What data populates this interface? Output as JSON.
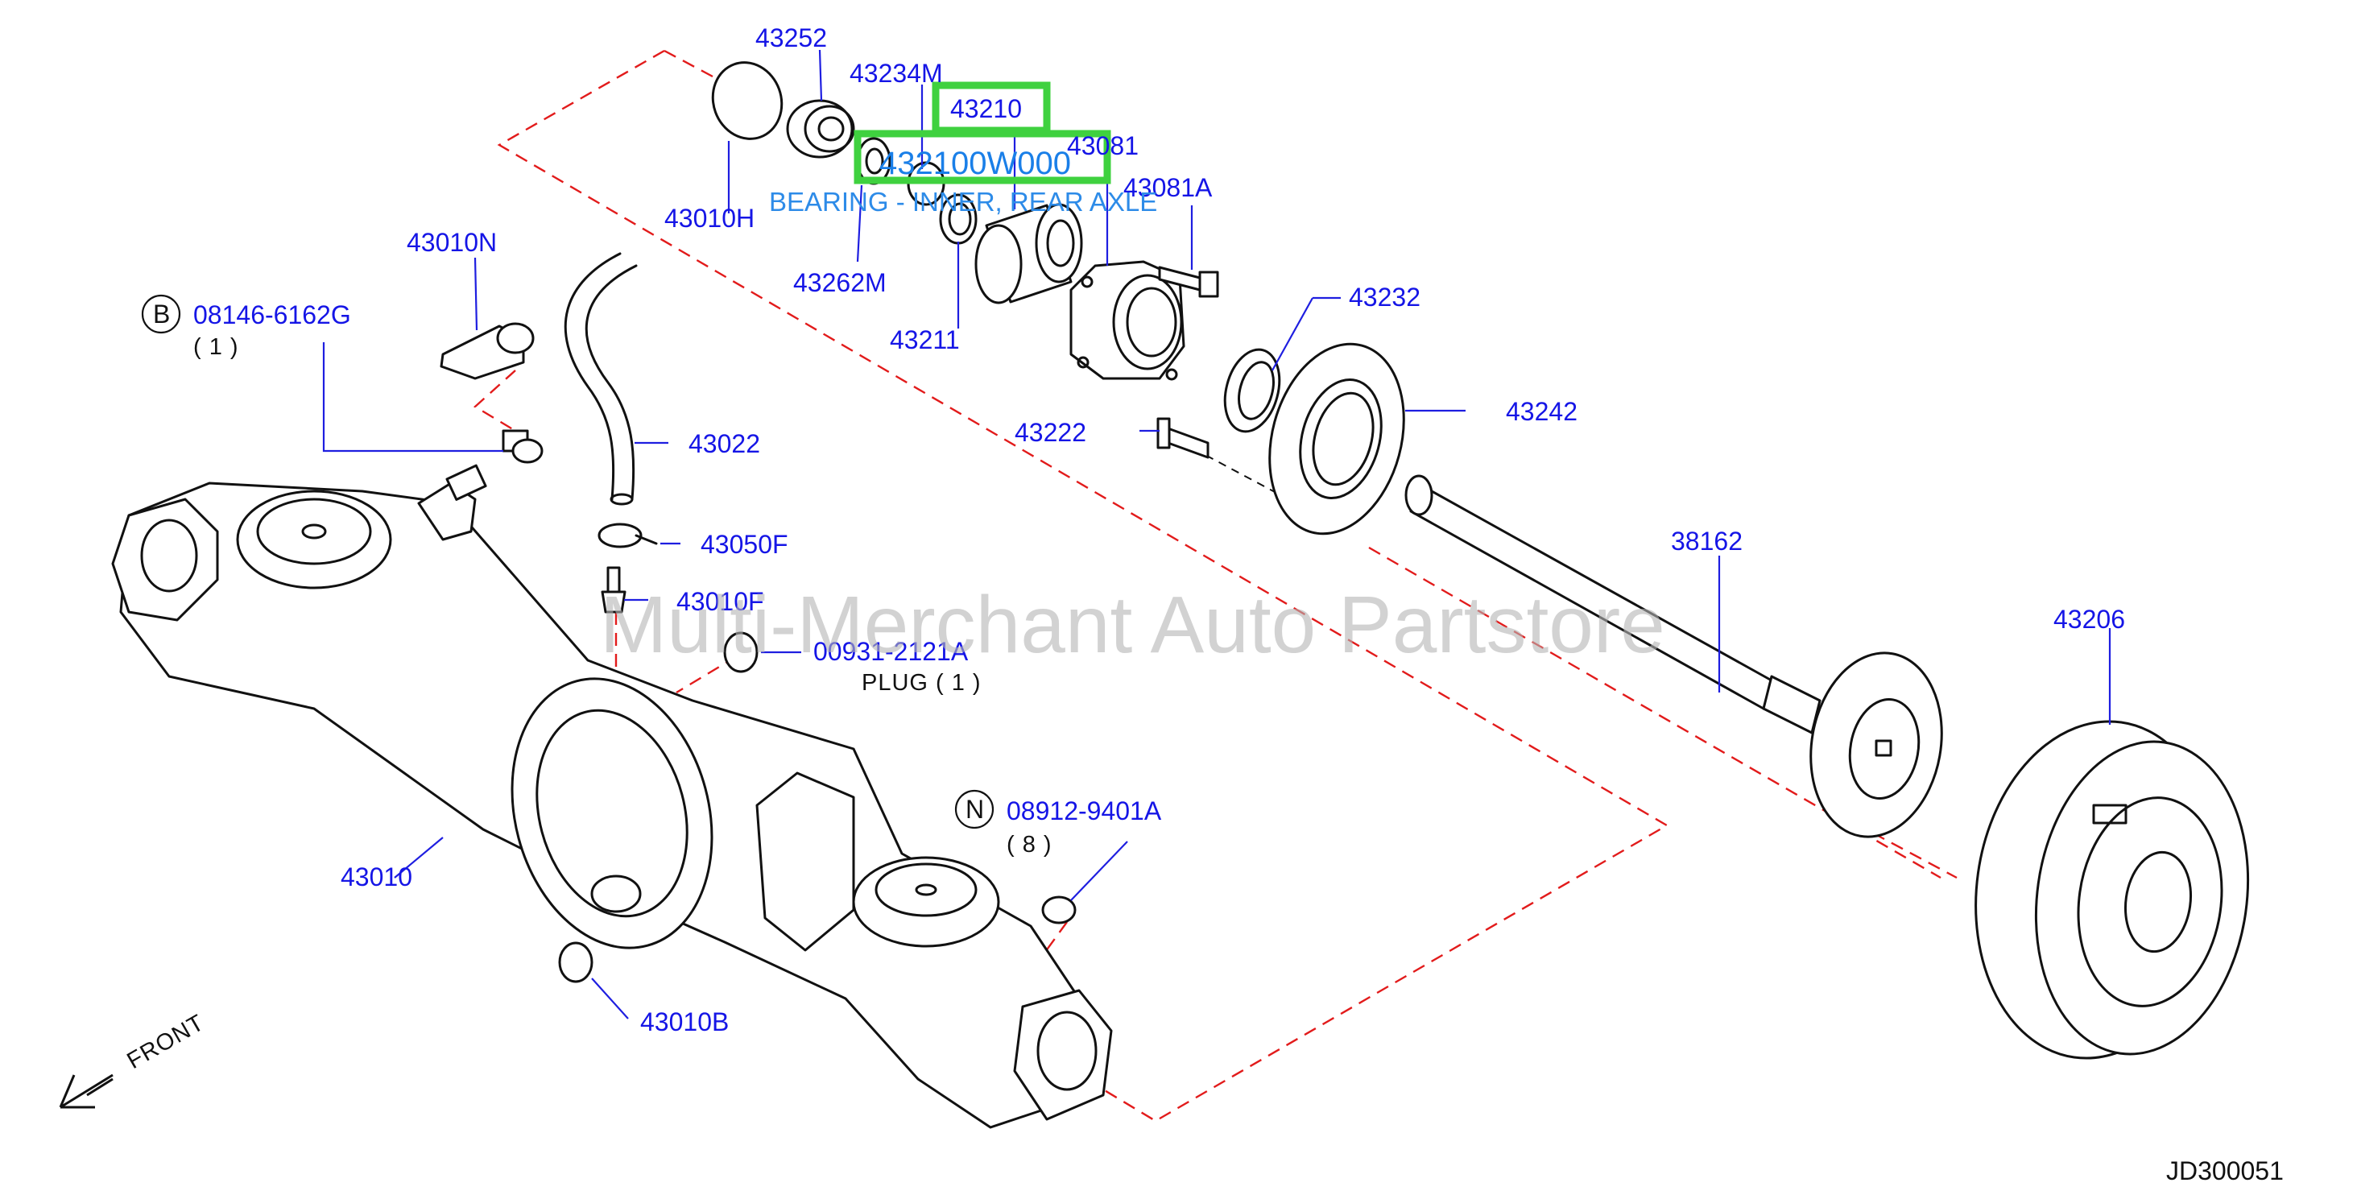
{
  "labels": {
    "p43252": "43252",
    "p43234M": "43234M",
    "p43210": "43210",
    "p43081": "43081",
    "p43081A": "43081A",
    "p43010H": "43010H",
    "p43262M": "43262M",
    "p43211": "43211",
    "p43232": "43232",
    "p43010N": "43010N",
    "p08146": "08146-6162G",
    "p08146_qty": "( 1 )",
    "p43022": "43022",
    "p43222": "43222",
    "p43242": "43242",
    "p43050F": "43050F",
    "p43010F": "43010F",
    "p00931": "00931-2121A",
    "plug": "PLUG ( 1 )",
    "p38162": "38162",
    "p43206": "43206",
    "p08912": "08912-9401A",
    "p08912_qty": "( 8 )",
    "p43010": "43010",
    "p43010B": "43010B",
    "front": "FRONT",
    "diagram_code": "JD300051",
    "badge_b": "B",
    "badge_n": "N"
  },
  "highlight": {
    "part_number": "432100W000",
    "description": "BEARING - INNER, REAR AXLE",
    "color": "#3fd13f"
  },
  "watermark": "Multi-Merchant Auto Partstore",
  "colors": {
    "label": "#1515e6",
    "dashed_outline": "#e21b1b",
    "highlight_text": "#1a7fe8"
  }
}
